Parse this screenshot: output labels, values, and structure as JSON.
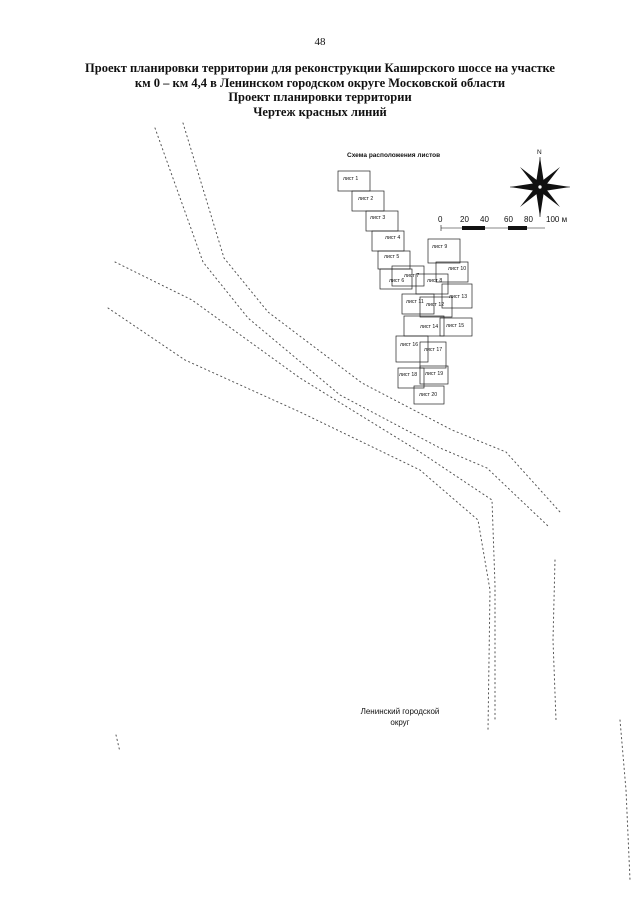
{
  "page_number": "48",
  "title_lines": [
    "Проект планировки территории для реконструкции Каширского шоссе на участке",
    "км 0 – км 4,4 в Ленинском городском округе Московской области",
    "Проект планировки территории",
    "Чертеж красных линий"
  ],
  "scheme": {
    "title": "Схема расположения листов",
    "sheets": [
      {
        "label": "лист 1"
      },
      {
        "label": "лист 2"
      },
      {
        "label": "лист 3"
      },
      {
        "label": "лист 4"
      },
      {
        "label": "лист 5"
      },
      {
        "label": "лист 6"
      },
      {
        "label": "лист 7"
      },
      {
        "label": "лист 8"
      },
      {
        "label": "лист 9"
      },
      {
        "label": "лист 10"
      },
      {
        "label": "лист 11"
      },
      {
        "label": "лист 12"
      },
      {
        "label": "лист 13"
      },
      {
        "label": "лист 14"
      },
      {
        "label": "лист 15"
      },
      {
        "label": "лист 16"
      },
      {
        "label": "лист 17"
      },
      {
        "label": "лист 18"
      },
      {
        "label": "лист 19"
      },
      {
        "label": "лист 20"
      }
    ]
  },
  "compass": {
    "north_label": "N"
  },
  "scale_bar": {
    "ticks": [
      "0",
      "20",
      "40",
      "60",
      "80",
      "100 м"
    ]
  },
  "district": {
    "line1": "Ленинский городской",
    "line2": "округ"
  },
  "colors": {
    "ink": "#111111",
    "dotted": "#555555",
    "paper": "#ffffff"
  }
}
